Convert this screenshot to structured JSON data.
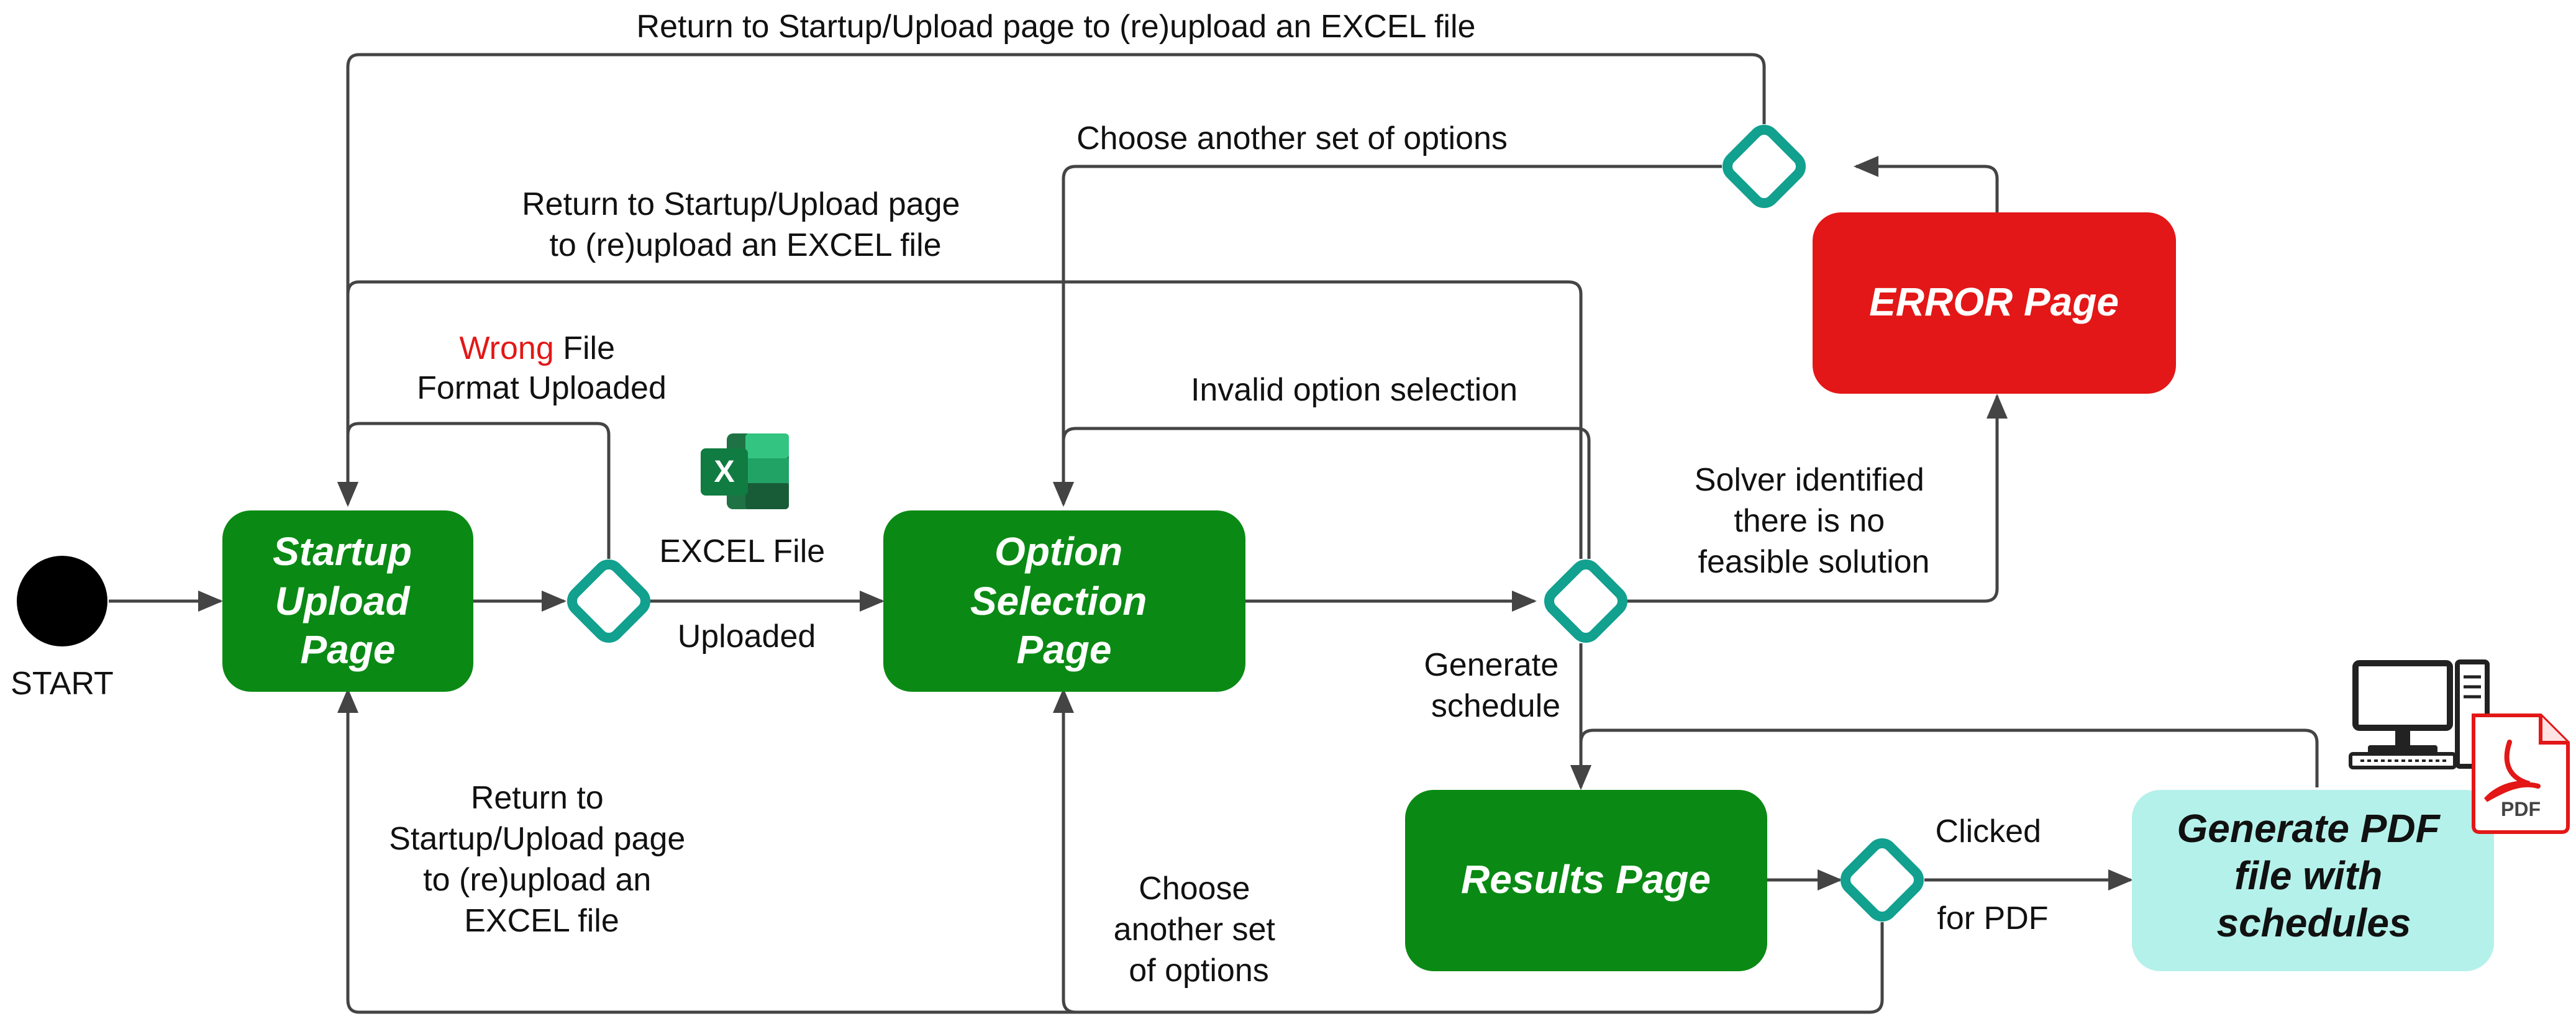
{
  "colors": {
    "node_green": "#0a8a14",
    "error_red": "#e31717",
    "pdf_node": "#b4f1ea",
    "gateway_stroke": "#12a08f",
    "edge": "#444444",
    "wrong_text": "#e31717"
  },
  "nodes": {
    "start": {
      "label": "START"
    },
    "startup": {
      "lines": [
        "Startup",
        "Upload",
        "Page"
      ]
    },
    "option": {
      "lines": [
        "Option",
        "Selection",
        "Page"
      ]
    },
    "error": {
      "lines": [
        "ERROR Page"
      ]
    },
    "results": {
      "lines": [
        "Results Page"
      ]
    },
    "pdf": {
      "lines": [
        "Generate PDF",
        "file with",
        "schedules"
      ]
    }
  },
  "edge_labels": {
    "top_return": "Return to Startup/Upload page to (re)upload an EXCEL file",
    "choose_another_top": "Choose another set of options",
    "mid_return": [
      "Return to Startup/Upload page",
      "to (re)upload an EXCEL file"
    ],
    "wrong_file": {
      "wrong": "Wrong",
      "rest_line1": " File",
      "line2": "Format Uploaded"
    },
    "excel_uploaded": [
      "EXCEL File",
      "Uploaded"
    ],
    "invalid_option": "Invalid option selection",
    "solver": [
      "Solver identified",
      "there is no",
      "feasible solution"
    ],
    "generate_schedule": [
      "Generate",
      "schedule"
    ],
    "bottom_return": [
      "Return to",
      "Startup/Upload page",
      "to (re)upload an",
      "EXCEL file"
    ],
    "choose_another_bottom": [
      "Choose",
      "another set",
      "of options"
    ],
    "clicked_pdf": [
      "Clicked",
      "for PDF"
    ]
  },
  "icons": {
    "excel": {
      "name": "excel-icon",
      "glyph": "X"
    },
    "computer": {
      "name": "computer-icon"
    },
    "pdf": {
      "name": "pdf-icon",
      "label": "PDF"
    }
  }
}
